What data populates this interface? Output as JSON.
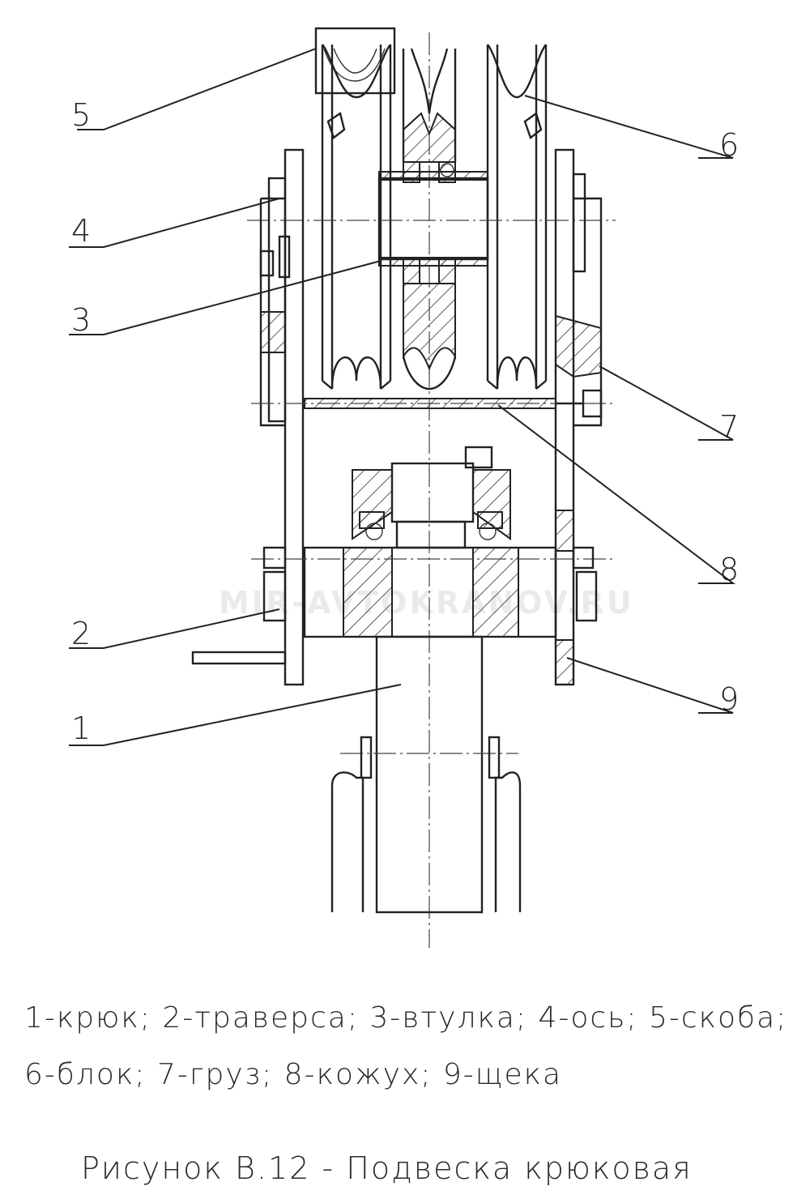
{
  "callouts": [
    "1",
    "2",
    "3",
    "4",
    "5",
    "6",
    "7",
    "8",
    "9"
  ],
  "legend": {
    "line1": "1-крюк; 2-траверса; 3-втулка; 4-ось; 5-скоба;",
    "line2": "6-блок; 7-груз; 8-кожух; 9-щека"
  },
  "caption": "Рисунок В.12 - Подвеска крюковая",
  "watermark": "MIR-AVTOKRANOV.RU"
}
